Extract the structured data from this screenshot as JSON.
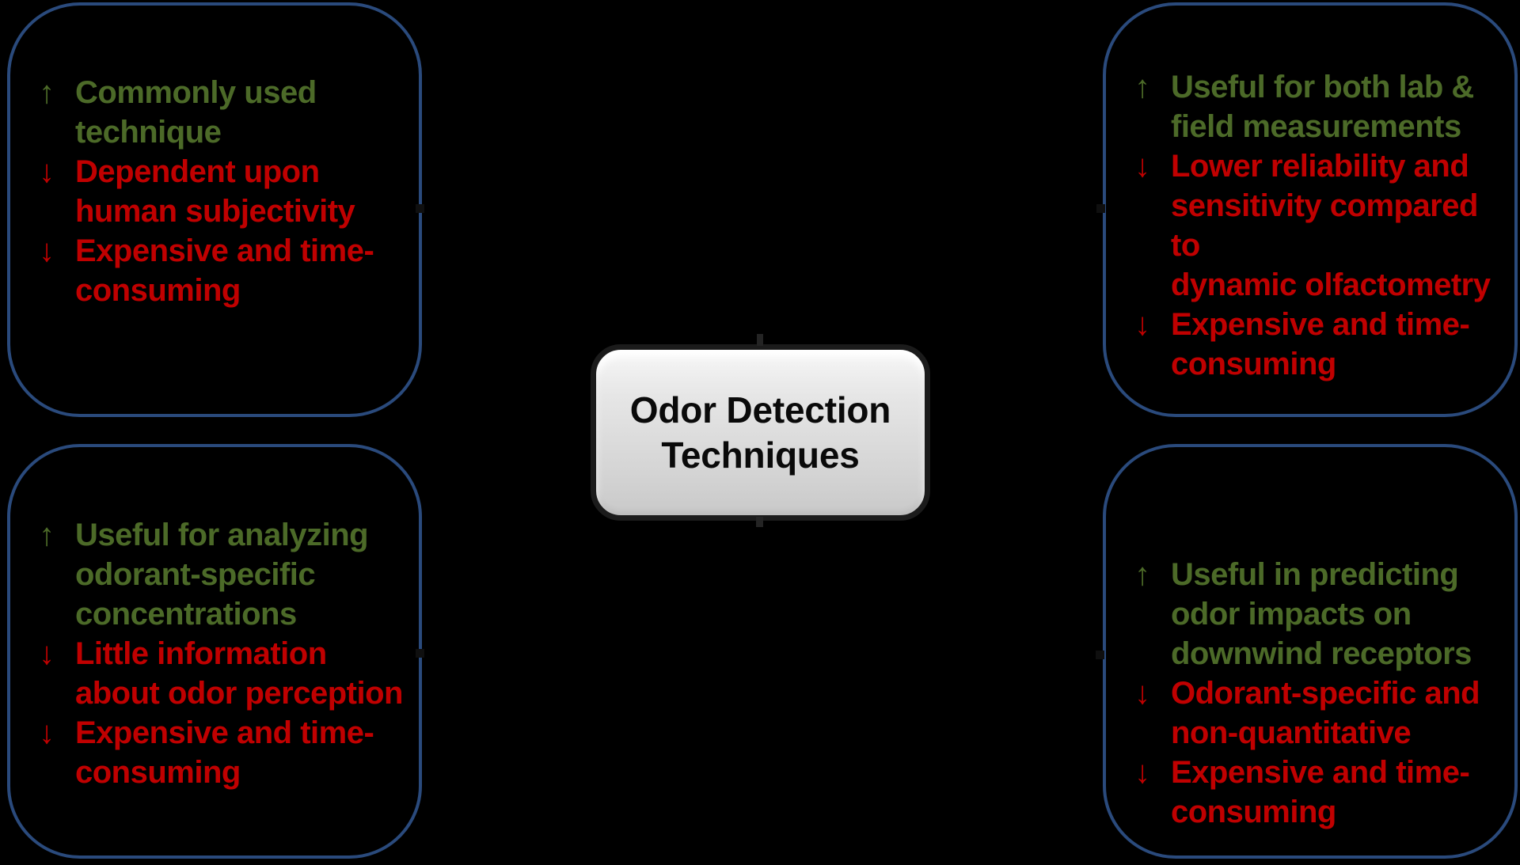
{
  "colors": {
    "background": "#000000",
    "box_border": "#2a4a7c",
    "pro": "#4c6a28",
    "con": "#c00000",
    "center_border": "#1b1b1b",
    "center_fill_top": "#f7f7f7",
    "center_fill_bottom": "#c9c9c9",
    "center_text": "#0a0a0a"
  },
  "icons": {
    "pro": "↑",
    "con": "↓"
  },
  "center": {
    "title": "Odor Detection\nTechniques"
  },
  "boxes": [
    {
      "position": "top-left",
      "items": [
        {
          "type": "pro",
          "text": "Commonly used\ntechnique"
        },
        {
          "type": "con",
          "text": "Dependent upon\nhuman subjectivity"
        },
        {
          "type": "con",
          "text": "Expensive and time-\nconsuming"
        }
      ]
    },
    {
      "position": "top-right",
      "items": [
        {
          "type": "pro",
          "text": "Useful for both lab &\nfield measurements"
        },
        {
          "type": "con",
          "text": "Lower reliability and\nsensitivity compared to\ndynamic olfactometry"
        },
        {
          "type": "con",
          "text": "Expensive and time-\nconsuming"
        }
      ]
    },
    {
      "position": "bottom-left",
      "items": [
        {
          "type": "pro",
          "text": "Useful for analyzing\nodorant-specific\nconcentrations"
        },
        {
          "type": "con",
          "text": "Little information\nabout odor perception"
        },
        {
          "type": "con",
          "text": "Expensive and time-\nconsuming"
        }
      ]
    },
    {
      "position": "bottom-right",
      "items": [
        {
          "type": "pro",
          "text": "Useful in predicting\nodor impacts on\ndownwind receptors"
        },
        {
          "type": "con",
          "text": "Odorant-specific and\nnon-quantitative"
        },
        {
          "type": "con",
          "text": "Expensive and time-\nconsuming"
        }
      ]
    }
  ]
}
